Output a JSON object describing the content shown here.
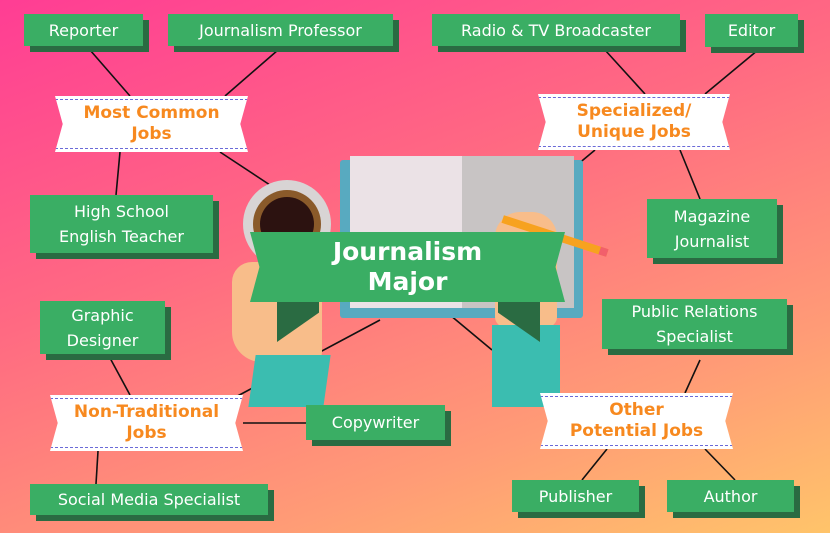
{
  "center": {
    "title_line1": "Journalism",
    "title_line2": "Major"
  },
  "categories": {
    "most_common": {
      "line1": "Most Common",
      "line2": "Jobs"
    },
    "specialized": {
      "line1": "Specialized/",
      "line2": "Unique Jobs"
    },
    "non_traditional": {
      "line1": "Non-Traditional",
      "line2": "Jobs"
    },
    "other": {
      "line1": "Other",
      "line2": "Potential Jobs"
    }
  },
  "jobs": {
    "reporter": "Reporter",
    "professor": "Journalism Professor",
    "teacher_line1": "High School",
    "teacher_line2": "English Teacher",
    "broadcaster": "Radio & TV Broadcaster",
    "editor": "Editor",
    "magazine_line1": "Magazine",
    "magazine_line2": "Journalist",
    "graphic_line1": "Graphic",
    "graphic_line2": "Designer",
    "copywriter": "Copywriter",
    "social": "Social Media Specialist",
    "pr_line1": "Public Relations",
    "pr_line2": "Specialist",
    "publisher": "Publisher",
    "author": "Author"
  },
  "colors": {
    "box": "#3aae64",
    "box_shadow": "#2a6b42",
    "category_text": "#f7891f"
  }
}
